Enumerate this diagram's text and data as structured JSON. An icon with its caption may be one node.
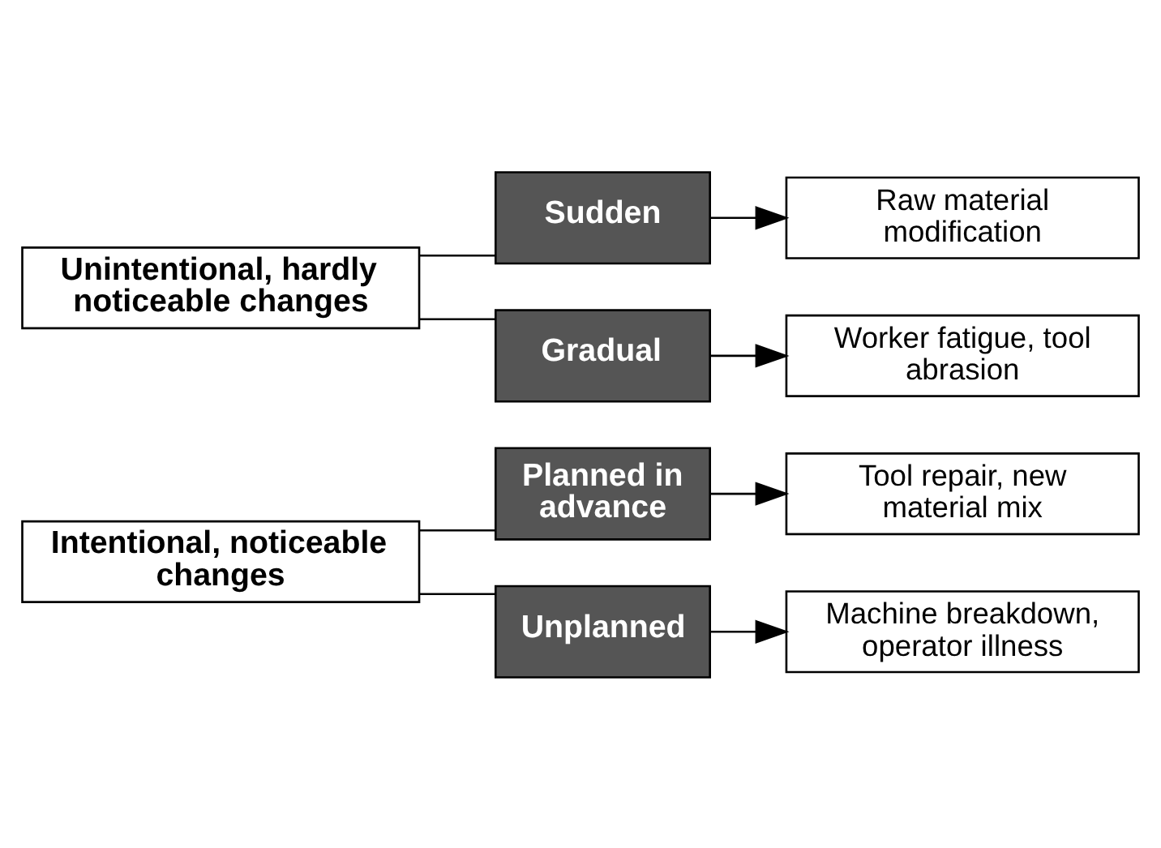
{
  "diagram": {
    "nodes": [
      {
        "text": [
          "Intentional, noticeable changes"
        ]
      },
      {
        "text": [
          "Planned in advance"
        ]
      },
      {
        "text": [
          "Tool repair, new material mix"
        ]
      },
      {
        "text": [
          "Unplanned"
        ]
      },
      {
        "text": [
          "Machine breakdown, operator illness"
        ]
      },
      {
        "text": [
          "Unintentional, hardly noticeable changes"
        ]
      },
      {
        "text": [
          "Sudden"
        ]
      },
      {
        "text": [
          "Raw material modification"
        ]
      },
      {
        "text": [
          "Gradual"
        ]
      },
      {
        "text": [
          "Worker fatigue, tool abrasion"
        ]
      }
    ],
    "edges": [
      {
        "from": 0,
        "to": 1,
        "arrow": "none"
      },
      {
        "from": 0,
        "to": 3,
        "arrow": "none"
      },
      {
        "from": 1,
        "to": 2,
        "arrow": "to"
      },
      {
        "from": 3,
        "to": 4,
        "arrow": "to"
      },
      {
        "from": 5,
        "to": 6,
        "arrow": "none"
      },
      {
        "from": 5,
        "to": 8,
        "arrow": "none"
      },
      {
        "from": 6,
        "to": 7,
        "arrow": "to"
      },
      {
        "from": 8,
        "to": 9,
        "arrow": "to"
      }
    ]
  }
}
